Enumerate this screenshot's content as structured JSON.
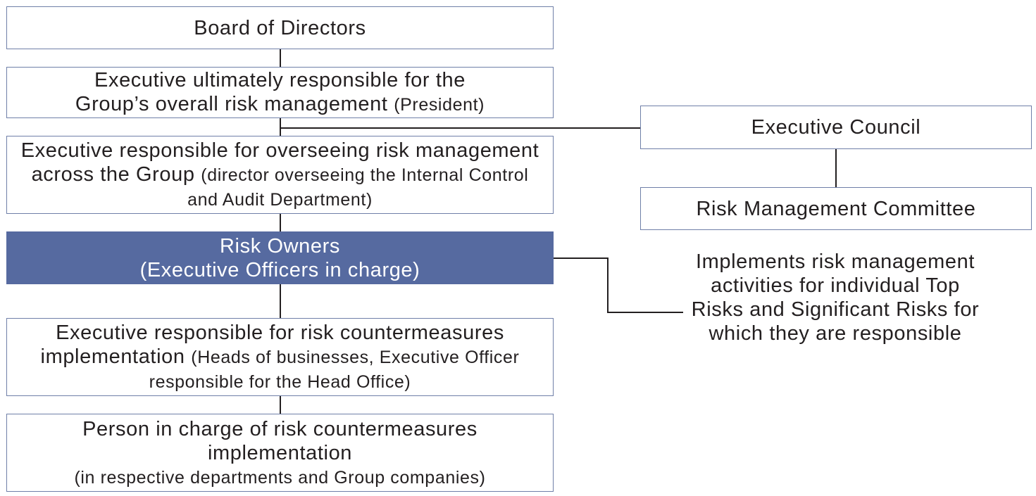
{
  "left_column": {
    "board": "Board of Directors",
    "president_main": "Executive ultimately responsible for the Group’s overall risk management",
    "president_note": "(President)",
    "overseer_main": "Executive responsible for overseeing risk management across the Group",
    "overseer_note": "(director overseeing the Internal Control and Audit Department)",
    "owners_line1": "Risk Owners",
    "owners_line2": "(Executive Officers in charge)",
    "implementation_main": "Executive responsible for risk countermeasures implementation",
    "implementation_note": "(Heads of businesses, Executive Officer responsible for the Head Office)",
    "person_main": "Person in charge of risk countermeasures implementation",
    "person_note": "(in respective departments and Group companies)"
  },
  "right_column": {
    "executive_council": "Executive Council",
    "risk_committee": "Risk Management Committee",
    "owners_description": "Implements risk management activities for individual Top Risks and Significant Risks for which they are responsible"
  },
  "colors": {
    "box_border": "#6f7fa8",
    "owners_fill": "#566aa0",
    "text": "#231f20"
  }
}
